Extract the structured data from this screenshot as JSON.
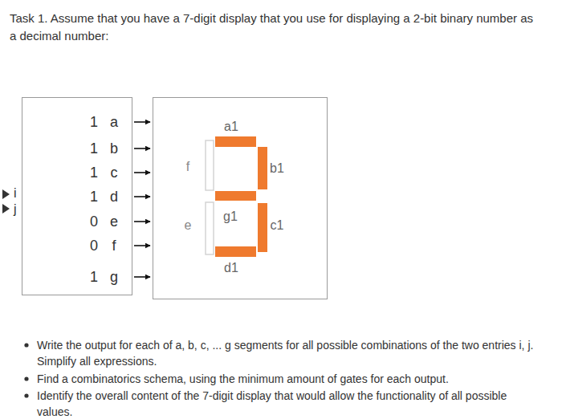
{
  "diagram": {
    "nodes": [
      {
        "text": [
          "1",
          "a",
          "1",
          "b",
          "1",
          "c",
          "1",
          "d",
          "0",
          "e",
          "0",
          "f",
          "1",
          "g"
        ]
      },
      {
        "text": [
          "a1",
          "f",
          "b1",
          "g1",
          "e",
          "c1",
          "d1"
        ]
      }
    ],
    "edges": [
      {
        "from": 0,
        "to": 1,
        "arrow": "to"
      },
      {
        "from": 0,
        "to": 1,
        "arrow": "to"
      },
      {
        "from": 0,
        "to": 1,
        "arrow": "to"
      },
      {
        "from": 0,
        "to": 1,
        "arrow": "to"
      },
      {
        "from": 0,
        "to": 1,
        "arrow": "to"
      },
      {
        "from": 0,
        "to": 1,
        "arrow": "to"
      },
      {
        "from": 0,
        "to": 1,
        "arrow": "to"
      }
    ],
    "labels": [
      "Task 1. Assume that you have a 7-digit display that you use for displaying a 2-bit binary number as a decimal number:",
      "i",
      "j",
      "Write the output for each of a, b, c, ... g segments for all possible combinations of the two entries i, j. Simplify all expressions.",
      "Find a combinatorics schema, using the minimum amount of gates for each output.",
      "Identify the overall content of the 7-digit display that would allow the functionality of all possible values."
    ]
  }
}
